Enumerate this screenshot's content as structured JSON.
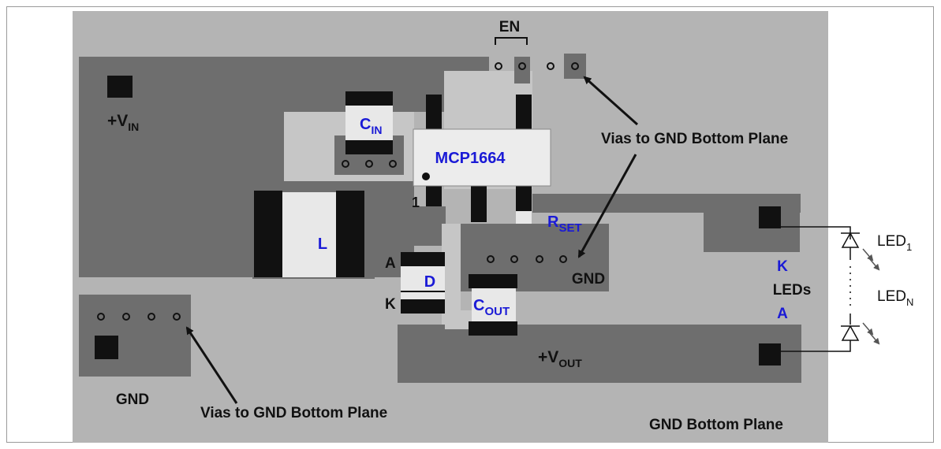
{
  "labels": {
    "en": "EN",
    "vin": "+V",
    "vin_sub": "IN",
    "cin": "C",
    "cin_sub": "IN",
    "ic": "MCP1664",
    "pin1": "1",
    "inductor": "L",
    "rset": "R",
    "rset_sub": "SET",
    "diode": "D",
    "anode": "A",
    "cathode": "K",
    "cout": "C",
    "cout_sub": "OUT",
    "gnd_mid": "GND",
    "gnd_left": "GND",
    "vout": "+V",
    "vout_sub": "OUT",
    "vias_top": "Vias to GND Bottom Plane",
    "vias_bottom": "Vias to GND Bottom Plane",
    "gnd_plane": "GND Bottom Plane",
    "leds_k": "K",
    "leds": "LEDs",
    "leds_a": "A",
    "led1": "LED",
    "led1_sub": "1",
    "ledn": "LED",
    "ledn_sub": "N"
  },
  "colors": {
    "board": "#b4b4b4",
    "copper_dark": "#6e6e6e",
    "copper_light": "#c6c6c6",
    "pad": "#111111",
    "label_blue": "#1a1ad6"
  }
}
